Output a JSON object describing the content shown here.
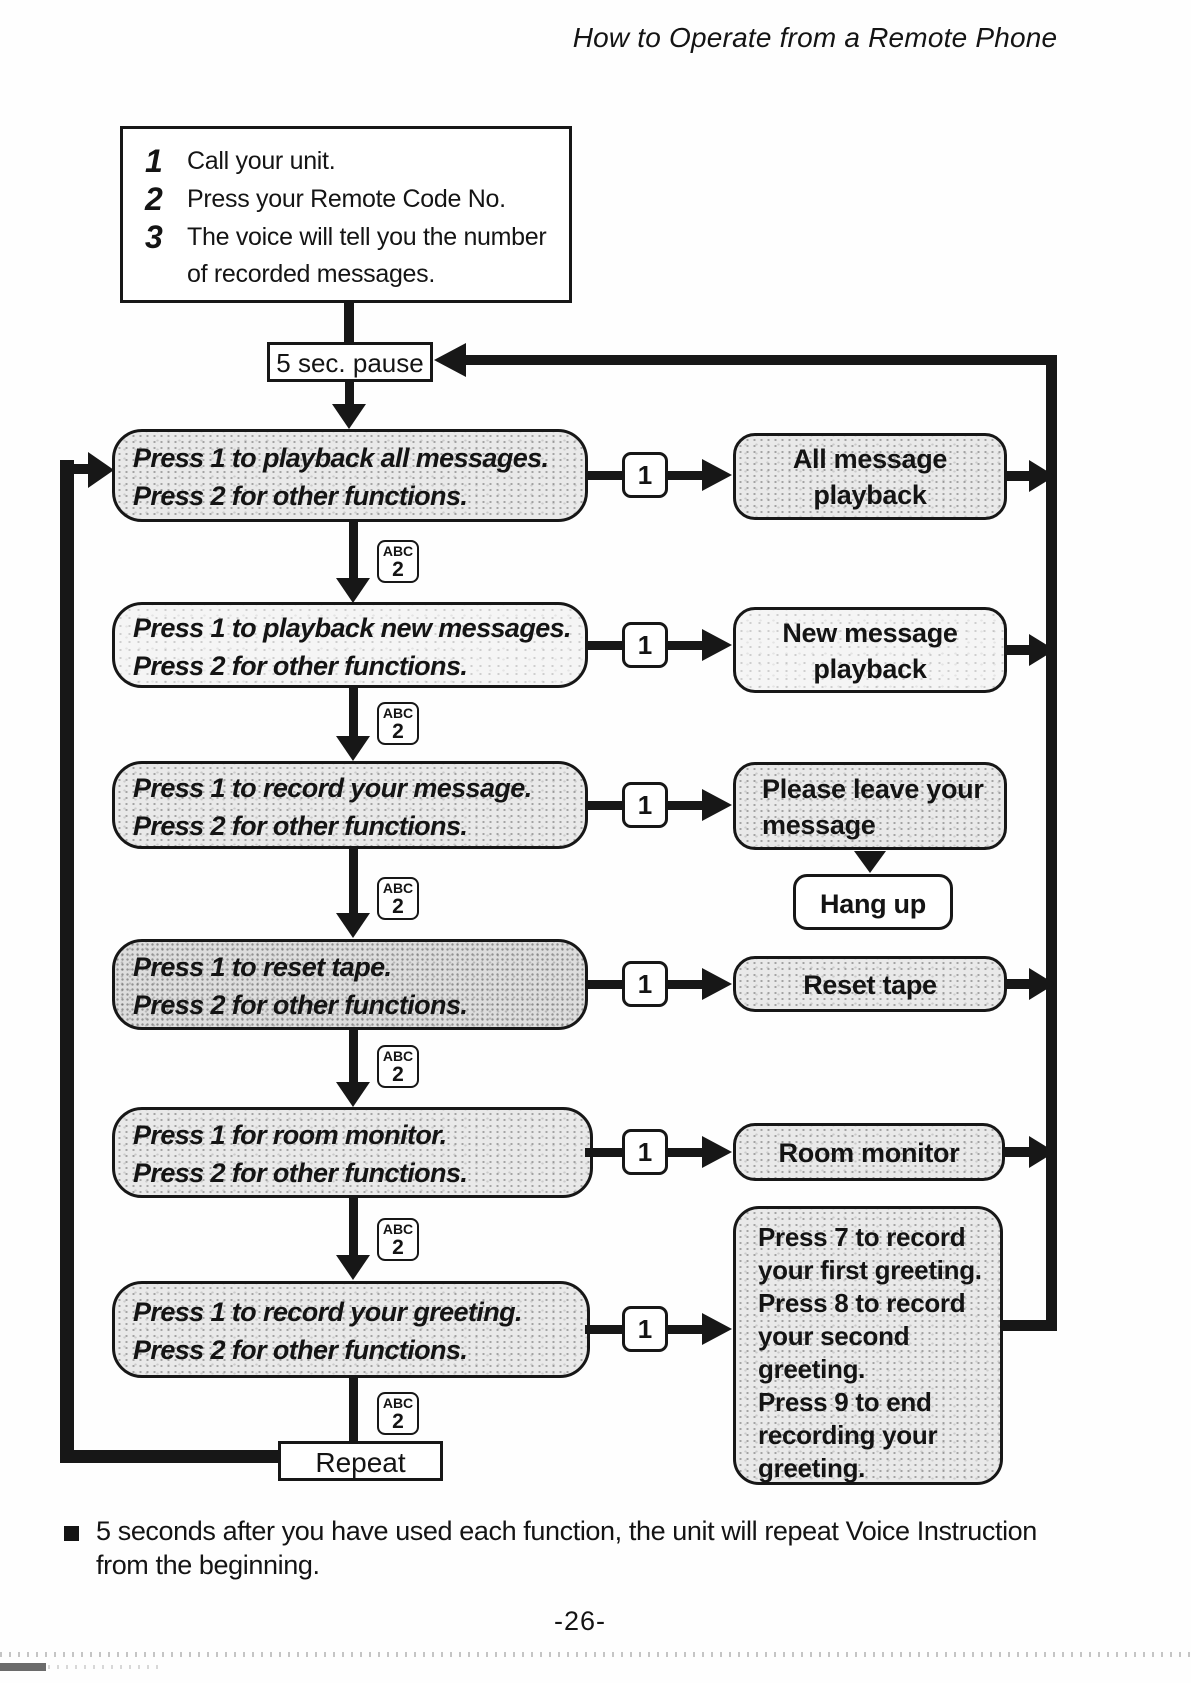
{
  "page": {
    "title": "How to Operate from a Remote Phone",
    "page_number": "-26-",
    "footnote": {
      "lines": [
        "5 seconds after you have used each function, the unit will repeat Voice Instruction",
        "from the beginning."
      ]
    }
  },
  "intro": {
    "steps": [
      {
        "num": "1",
        "lines": [
          "Call your unit."
        ]
      },
      {
        "num": "2",
        "lines": [
          "Press your Remote Code No."
        ]
      },
      {
        "num": "3",
        "lines": [
          "The voice will tell you the number",
          "of recorded messages."
        ]
      }
    ]
  },
  "pause": {
    "label": "5 sec. pause"
  },
  "repeat": {
    "label": "Repeat"
  },
  "keys": {
    "one": "1",
    "abc": "ABC",
    "two": "2"
  },
  "rows": [
    {
      "prompt": [
        "Press 1 to playback all messages.",
        "Press 2 for other functions."
      ],
      "result": [
        "All message",
        "playback"
      ]
    },
    {
      "prompt": [
        "Press 1 to playback new messages.",
        "Press 2 for other functions."
      ],
      "result": [
        "New message",
        "playback"
      ]
    },
    {
      "prompt": [
        "Press 1 to record your message.",
        "Press 2 for other functions."
      ],
      "result": [
        "Please leave your",
        "message"
      ],
      "then": "Hang up"
    },
    {
      "prompt": [
        "Press 1 to reset tape.",
        "Press 2 for other functions."
      ],
      "result": [
        "Reset tape"
      ]
    },
    {
      "prompt": [
        "Press 1 for room monitor.",
        "Press 2 for other functions."
      ],
      "result": [
        "Room monitor"
      ]
    },
    {
      "prompt": [
        "Press 1 to record your greeting.",
        "Press 2 for other functions."
      ],
      "result": [
        "Press 7 to record",
        "your first greeting.",
        "Press 8 to record",
        "your second",
        "greeting.",
        "Press 9 to end",
        "recording your",
        "greeting."
      ]
    }
  ]
}
